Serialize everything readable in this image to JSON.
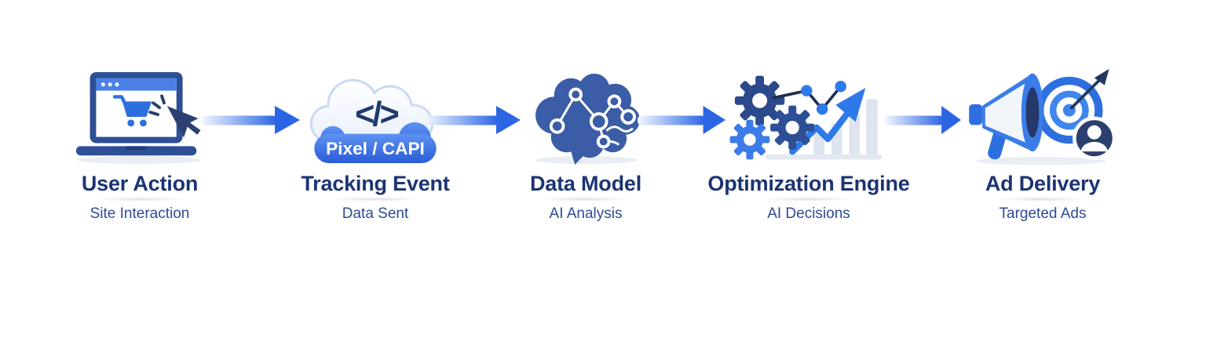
{
  "diagram": {
    "name": "ad-tracking-pipeline",
    "background": "#ffffff",
    "stages": [
      {
        "title": "User Action",
        "subtitle": "Site Interaction",
        "icon": "laptop-cart-cursor"
      },
      {
        "title": "Tracking Event",
        "subtitle": "Data Sent",
        "icon": "cloud-code",
        "badge": "Pixel / CAPI",
        "code_glyph": "</>"
      },
      {
        "title": "Data Model",
        "subtitle": "AI Analysis",
        "icon": "brain-network"
      },
      {
        "title": "Optimization Engine",
        "subtitle": "AI Decisions",
        "icon": "gears-growth-chart"
      },
      {
        "title": "Ad Delivery",
        "subtitle": "Targeted Ads",
        "icon": "megaphone-target-user"
      }
    ],
    "connectors": {
      "type": "gradient-right-arrow",
      "count": 4,
      "color": "#2b65e4"
    },
    "colors": {
      "title": "#1c3474",
      "subtitle": "#2d4b96",
      "arrow_blue": "#2b65e4",
      "icon_navy": "#2b4a8b",
      "icon_blue": "#2e6fe0",
      "dark_navy": "#26386b",
      "light_gray_bar": "#dde4ef"
    }
  }
}
